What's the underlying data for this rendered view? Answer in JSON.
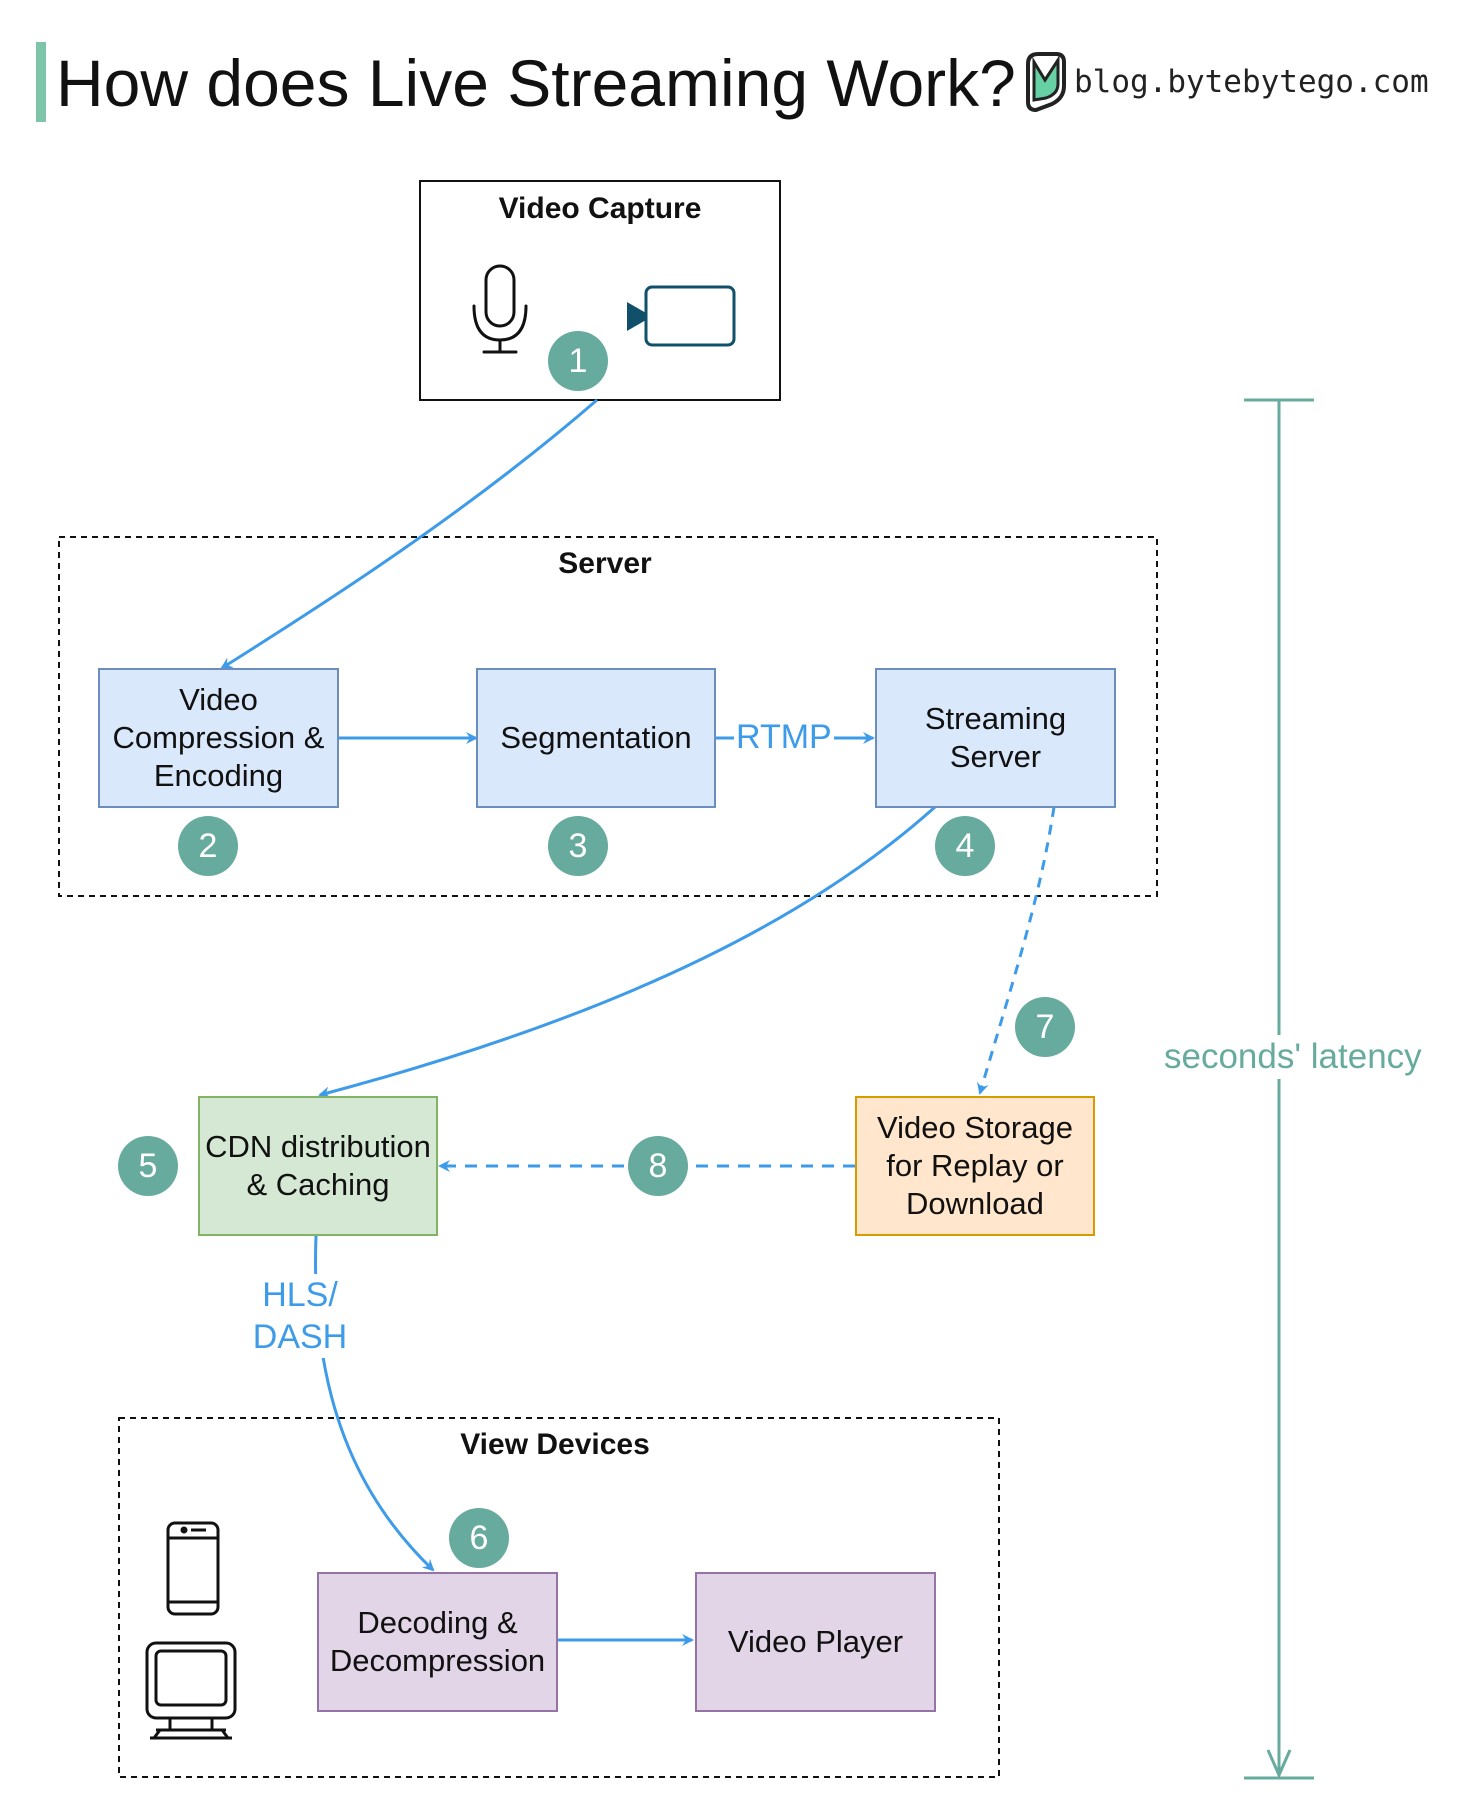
{
  "title": "How does Live Streaming Work?",
  "brand": {
    "text": "blog.bytebytego.com",
    "logo_icon": "bytebytego-logo-icon"
  },
  "groups": {
    "video_capture": "Video Capture",
    "server": "Server",
    "view_devices": "View Devices"
  },
  "nodes": {
    "compression": [
      "Video",
      "Compression &",
      "Encoding"
    ],
    "segmentation": [
      "Segmentation"
    ],
    "streaming_server": [
      "Streaming",
      "Server"
    ],
    "cdn": [
      "CDN distribution",
      "& Caching"
    ],
    "storage": [
      "Video Storage",
      "for Replay or",
      "Download"
    ],
    "decoding": [
      "Decoding &",
      "Decompression"
    ],
    "player": [
      "Video Player"
    ]
  },
  "edge_labels": {
    "rtmp": "RTMP",
    "hls_line1": "HLS/",
    "hls_line2": "DASH"
  },
  "steps": [
    "1",
    "2",
    "3",
    "4",
    "5",
    "6",
    "7",
    "8"
  ],
  "latency": "seconds' latency",
  "icons": [
    "microphone-icon",
    "video-camera-icon",
    "smartphone-icon",
    "desktop-monitor-icon"
  ],
  "colors": {
    "accent_teal": "#67ab9f",
    "arrow_blue": "#3d9be9",
    "title_bar": "#7ec4a8",
    "blue_fill": "#dae8fc",
    "green_fill": "#d5e8d4",
    "orange_fill": "#ffe6cc",
    "purple_fill": "#e1d5e7"
  }
}
